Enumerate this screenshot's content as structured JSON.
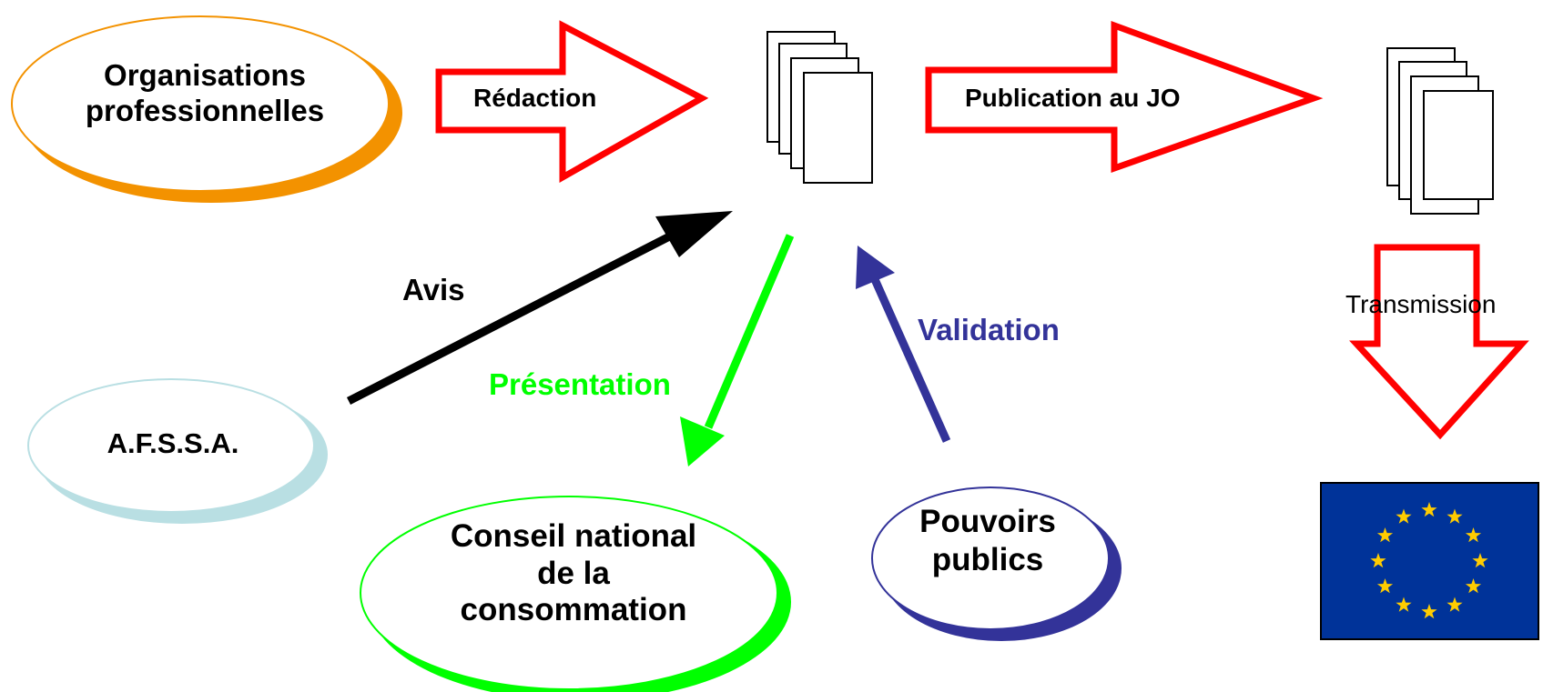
{
  "nodes": {
    "organisations": {
      "line1": "Organisations",
      "line2": "professionnelles",
      "color": "#f39200"
    },
    "afssa": {
      "label": "A.F.S.S.A.",
      "color": "#b9dfe3"
    },
    "conseil": {
      "line1": "Conseil national",
      "line2": "de la",
      "line3": "consommation",
      "color": "#00ff00"
    },
    "pouvoirs": {
      "line1": "Pouvoirs",
      "line2": "publics",
      "color": "#333399"
    }
  },
  "arrows": {
    "redaction": {
      "label": "Rédaction",
      "color": "#ff0000"
    },
    "publication": {
      "label": "Publication au JO",
      "color": "#ff0000"
    },
    "transmission": {
      "label": "Transmission",
      "color": "#ff0000"
    },
    "avis": {
      "label": "Avis",
      "color": "#000000"
    },
    "presentation": {
      "label": "Présentation",
      "color": "#00ff00"
    },
    "validation": {
      "label": "Validation",
      "color": "#333399"
    }
  },
  "icons": {
    "documents_1": "document-stack-icon",
    "documents_2": "document-stack-icon",
    "eu_flag": "eu-flag-icon",
    "eu_flag_colors": {
      "background": "#003399",
      "stars": "#ffcc00"
    }
  }
}
